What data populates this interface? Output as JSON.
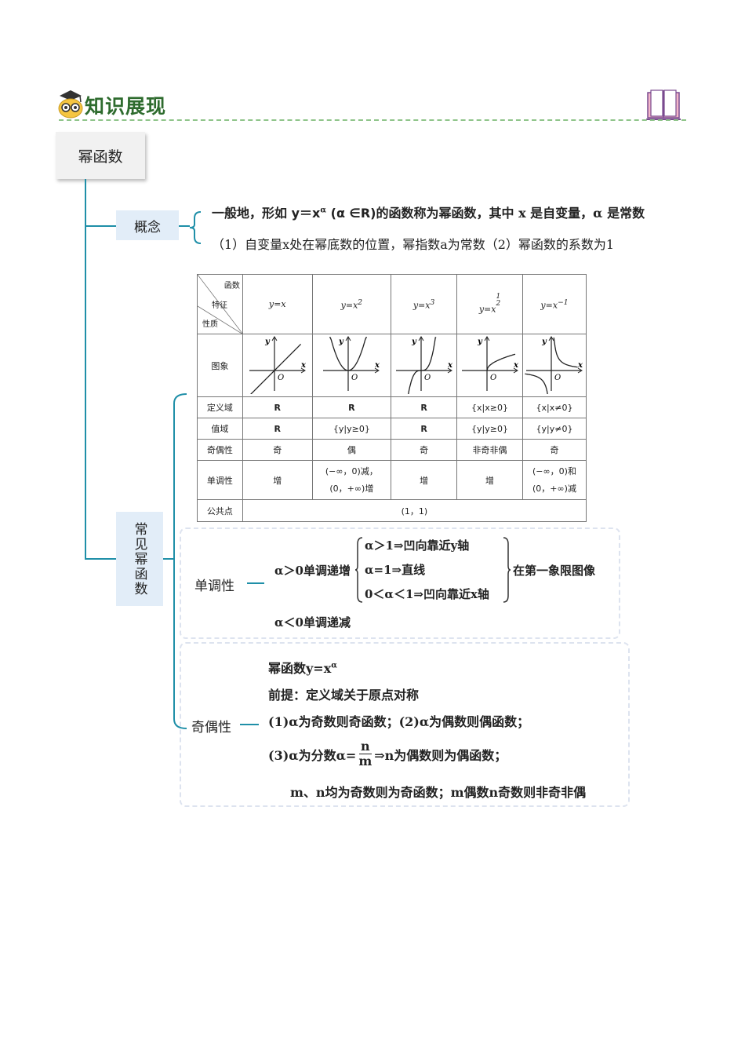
{
  "header": {
    "title": "知识展现"
  },
  "root": {
    "label": "幂函数"
  },
  "concept": {
    "label": "概念",
    "line1_pre": "一般地，形如",
    "line1_formula": "y＝x",
    "line1_exp": "α",
    "line1_cond": "(α ∈R)",
    "line1_post": "的函数称为幂函数，其中 x 是自变量，α 是常数",
    "line2": "（1）自变量x处在幂底数的位置，幂指数a为常数（2）幂函数的系数为1"
  },
  "common": {
    "label": "常见幂函数"
  },
  "table": {
    "corner": [
      "函数",
      "特征",
      "性质"
    ],
    "functions": [
      "y=x",
      "y=x²",
      "y=x³",
      "y=x^(1/2)",
      "y=x⁻¹"
    ],
    "graph_label": "图象",
    "axis_x": "x",
    "axis_y": "y",
    "origin": "O",
    "rows": [
      {
        "label": "定义域",
        "cells": [
          "R",
          "R",
          "R",
          "{x|x≥0}",
          "{x|x≠0}"
        ]
      },
      {
        "label": "值域",
        "cells": [
          "R",
          "{y|y≥0}",
          "R",
          "{y|y≥0}",
          "{y|y≠0}"
        ]
      },
      {
        "label": "奇偶性",
        "cells": [
          "奇",
          "偶",
          "奇",
          "非奇非偶",
          "奇"
        ]
      },
      {
        "label": "单调性",
        "cells": [
          "增",
          "(−∞，0)减，|(0，+∞)增",
          "增",
          "增",
          "(−∞，0)和|(0，+∞)减"
        ]
      }
    ],
    "common_point_label": "公共点",
    "common_point": "(1，1)"
  },
  "monotonic": {
    "label": "单调性",
    "lead": "α＞0单调递增",
    "cases": [
      "α＞1⇒凹向靠近y轴",
      "α=1⇒直线",
      "0＜α＜1⇒凹向靠近x轴"
    ],
    "tail": "在第一象限图像",
    "neg": "α＜0单调递减"
  },
  "parity": {
    "label": "奇偶性",
    "line1": "幂函数y=x",
    "line1_exp": "α",
    "line2": "前提：定义域关于原点对称",
    "line3": "(1)α为奇数则奇函数；(2)α为偶数则偶函数；",
    "line4_pre": "(3)α为分数α=",
    "line4_num": "n",
    "line4_den": "m",
    "line4_post": "⇒n为偶数则为偶函数；",
    "line5": "m、n均为奇数则为奇函数；m偶数n奇数则非奇非偶"
  },
  "colors": {
    "accent": "#1f8fa8",
    "header": "#2e6b2e",
    "dash": "#8fc48a"
  }
}
